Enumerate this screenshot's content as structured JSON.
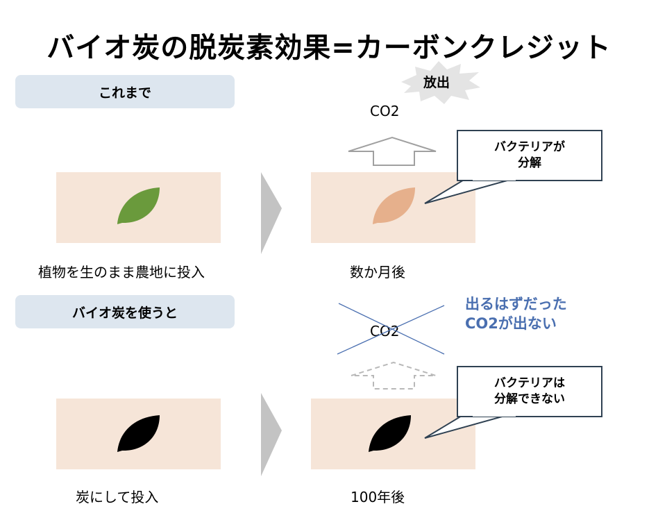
{
  "title": "バイオ炭の脱炭素効果=カーボンクレジット",
  "before": {
    "label": "これまで",
    "emission_label": "放出",
    "co2": "CO2",
    "callout_line1": "バクテリアが",
    "callout_line2": "分解",
    "caption_left": "植物を生のまま農地に投入",
    "caption_right": "数か月後"
  },
  "after": {
    "label": "バイオ炭を使うと",
    "co2": "CO2",
    "note_line1": "出るはずだった",
    "note_line2": "CO2が出ない",
    "callout_line1": "バクテリアは",
    "callout_line2": "分解できない",
    "caption_left": "炭にして投入",
    "caption_right": "100年後"
  },
  "colors": {
    "label_bg": "#dde6ef",
    "soil": "#f6e5d8",
    "leaf_fresh": "#6a9a3c",
    "leaf_decayed": "#e6b08c",
    "leaf_charcoal": "#000000",
    "note_blue": "#4a6fb0",
    "callout_border": "#2f4152"
  }
}
